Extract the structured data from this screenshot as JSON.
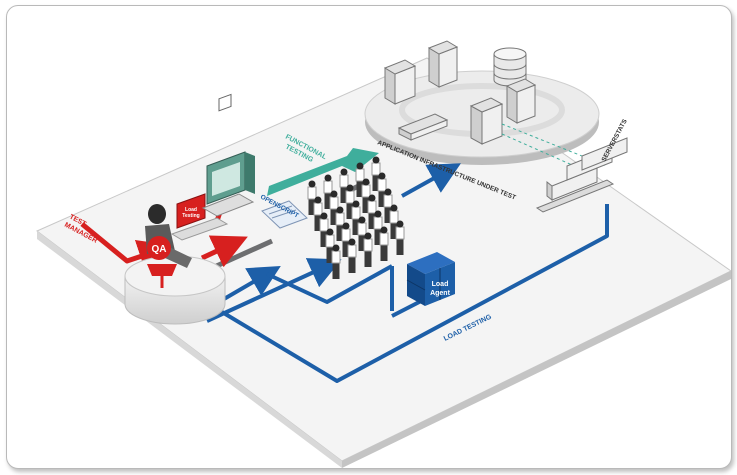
{
  "diagram": {
    "labels": {
      "test_manager_line1": "TEST",
      "test_manager_line2": "MANAGER",
      "qa": "QA",
      "functional_line1": "FUNCTIONAL",
      "functional_line2": "TESTING",
      "openscript": "OPENSCRIPT",
      "load_agent_line1": "Load",
      "load_agent_line2": "Agent",
      "app_infrastructure": "APPLICATION INFRASTRUCTURE UNDER TEST",
      "serverstats": "SERVERSTATS",
      "load_testing": "LOAD TESTING",
      "monitor_text_line1": "Load",
      "monitor_text_line2": "Testing"
    },
    "colors": {
      "red": "#d7201f",
      "blue": "#1d5fa8",
      "teal": "#3fae9c",
      "gray": "#6d6e70",
      "platform": "#f6f6f6"
    }
  }
}
